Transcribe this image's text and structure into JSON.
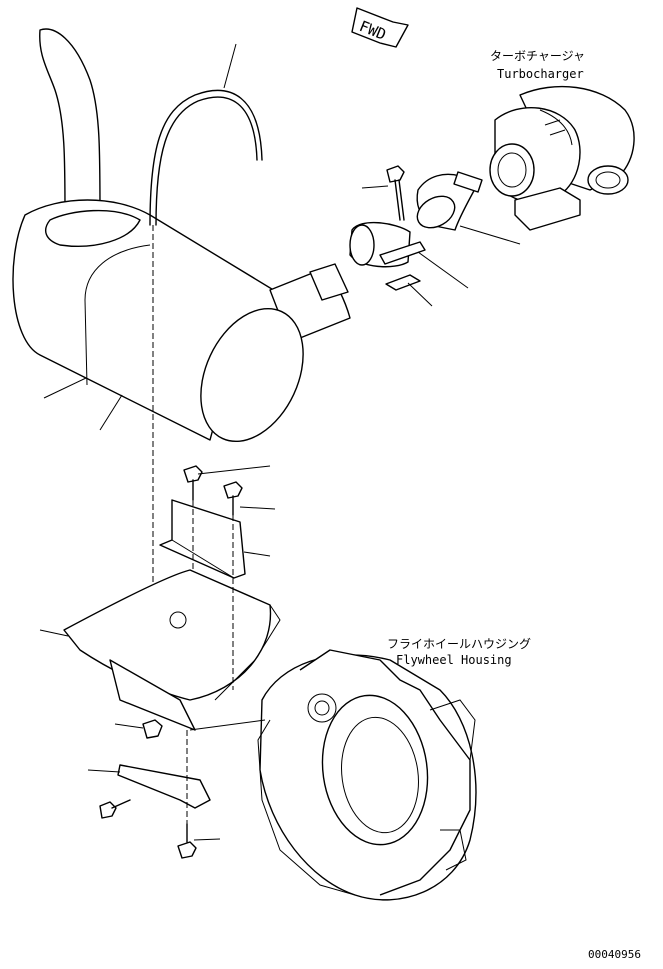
{
  "fwd_label": "FWD",
  "labels": {
    "turbocharger_jp": "ターボチャージャ",
    "turbocharger_en": "Turbocharger",
    "flywheel_jp": "フライホイールハウジング",
    "flywheel_en": "Flywheel Housing"
  },
  "drawing_number": "00040956"
}
